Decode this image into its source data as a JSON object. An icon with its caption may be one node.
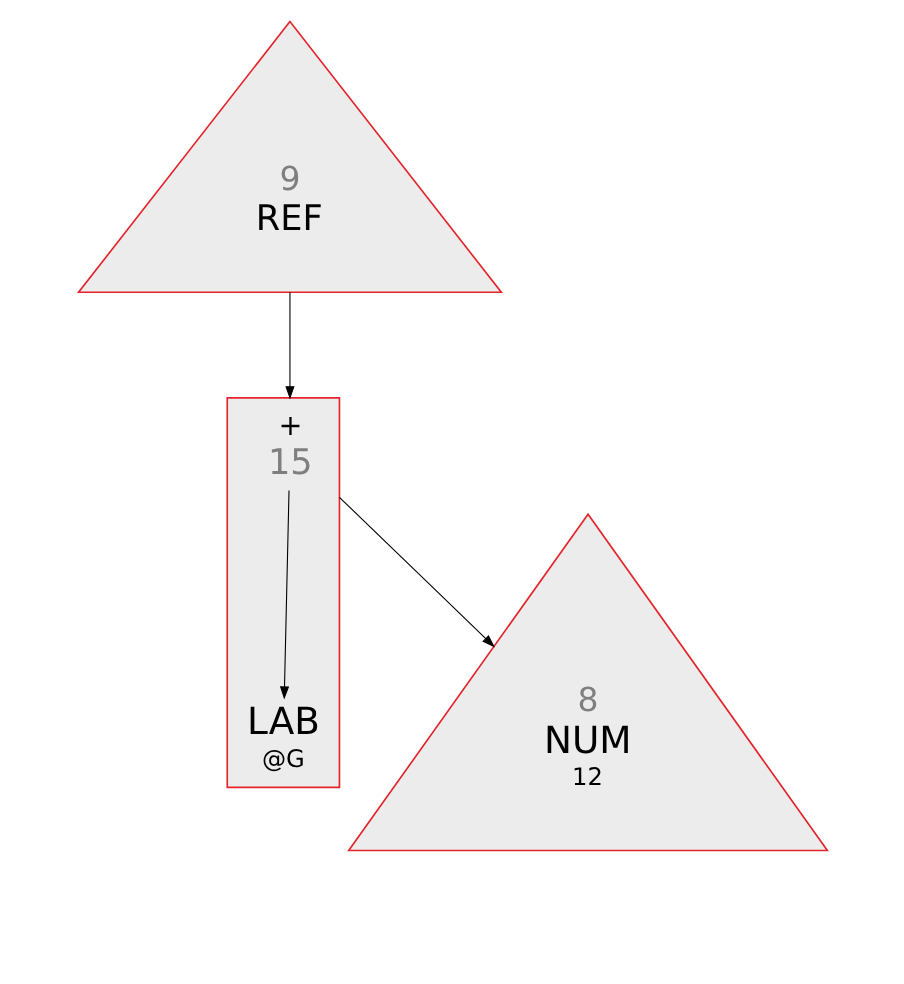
{
  "diagram": {
    "nodes": [
      {
        "text": [
          "9",
          "REF"
        ]
      },
      {
        "text": [
          "+",
          "15"
        ]
      },
      {
        "text": [
          "LAB",
          "@G"
        ],
        "in": 1
      },
      {
        "text": [
          "8",
          "NUM",
          "12"
        ]
      }
    ],
    "edges": [
      {
        "from": 0,
        "to": 1,
        "arrow": "to"
      },
      {
        "from": 1,
        "to": 2,
        "arrow": "to"
      },
      {
        "from": 1,
        "to": 3,
        "arrow": "to"
      }
    ]
  }
}
